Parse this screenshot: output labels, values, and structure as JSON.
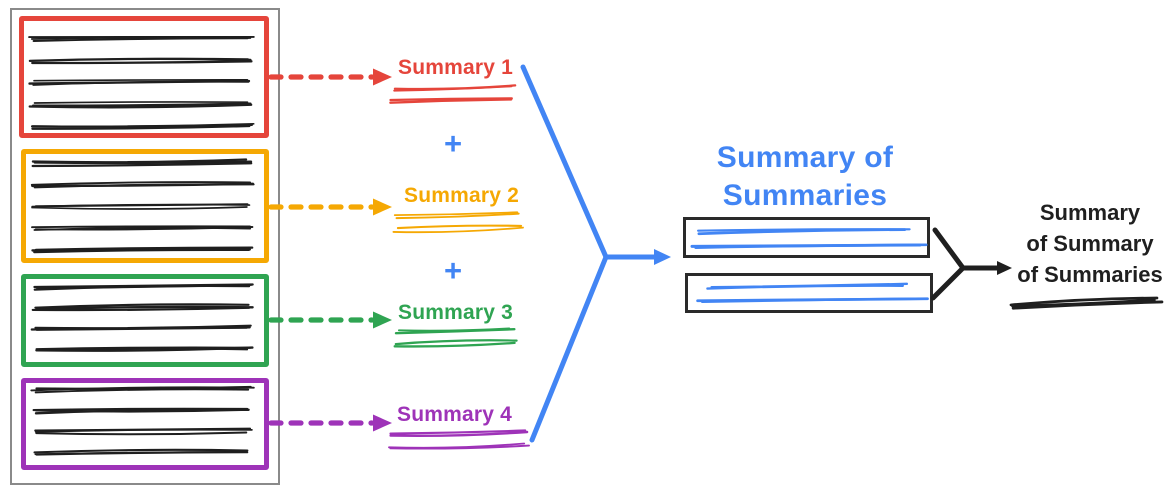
{
  "palette": {
    "red": "#e5453b",
    "orange": "#f5a803",
    "green": "#2fa452",
    "purple": "#9e33b8",
    "blue": "#4285f4",
    "ink": "#1f1f1f",
    "outline_gray": "#8a8a8a",
    "box_black": "#2a2a2a"
  },
  "document": {
    "sections": [
      {
        "name": "section-1",
        "color": "red",
        "text_lines": 5
      },
      {
        "name": "section-2",
        "color": "orange",
        "text_lines": 5
      },
      {
        "name": "section-3",
        "color": "green",
        "text_lines": 4
      },
      {
        "name": "section-4",
        "color": "purple",
        "text_lines": 4
      }
    ]
  },
  "summaries": [
    {
      "label": "Summary 1",
      "color": "red"
    },
    {
      "label": "Summary 2",
      "color": "orange"
    },
    {
      "label": "Summary 3",
      "color": "green"
    },
    {
      "label": "Summary 4",
      "color": "purple"
    }
  ],
  "plus_sign": "+",
  "summary_of_summaries": {
    "title_line_1": "Summary of",
    "title_line_2": "Summaries",
    "box_count": 2,
    "scribble_lines_per_box": 2
  },
  "final_summary": {
    "title_line_1": "Summary",
    "title_line_2": "of Summary",
    "title_line_3": "of Summaries"
  }
}
